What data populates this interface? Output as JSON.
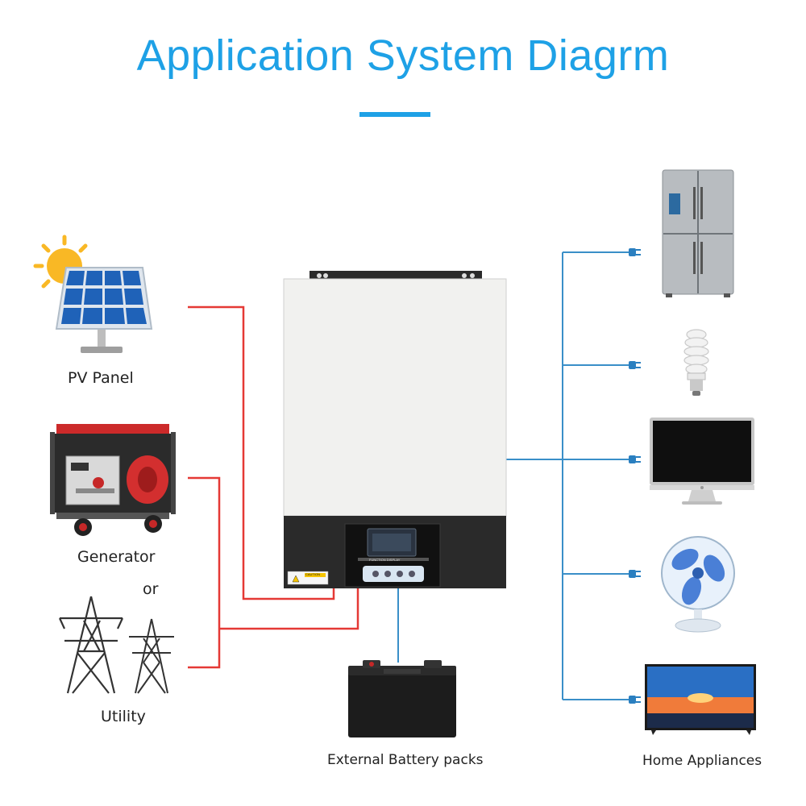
{
  "title": "Application System Diagrm",
  "sources": {
    "pv_label": "PV Panel",
    "generator_label": "Generator",
    "or_label": "or",
    "utility_label": "Utility"
  },
  "battery_label": "External Battery packs",
  "appliances_label": "Home Appliances",
  "inverter": {
    "caution_text": "CAUTION",
    "display_text": "FUNCTION DISPLAY"
  },
  "colors": {
    "title": "#1ea1e6",
    "input_wires": "#e53935",
    "output_wires": "#3a8fc8"
  }
}
